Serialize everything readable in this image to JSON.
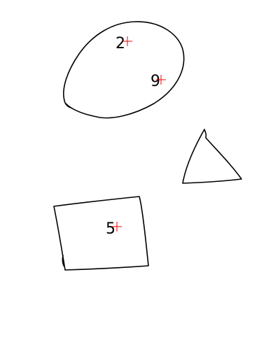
{
  "colors": {
    "stroke": "#000000",
    "marker": "#ff0000",
    "background": "#ffffff"
  },
  "labels": {
    "ellipse_top": "2",
    "ellipse_right": "9",
    "rectangle": "5"
  }
}
